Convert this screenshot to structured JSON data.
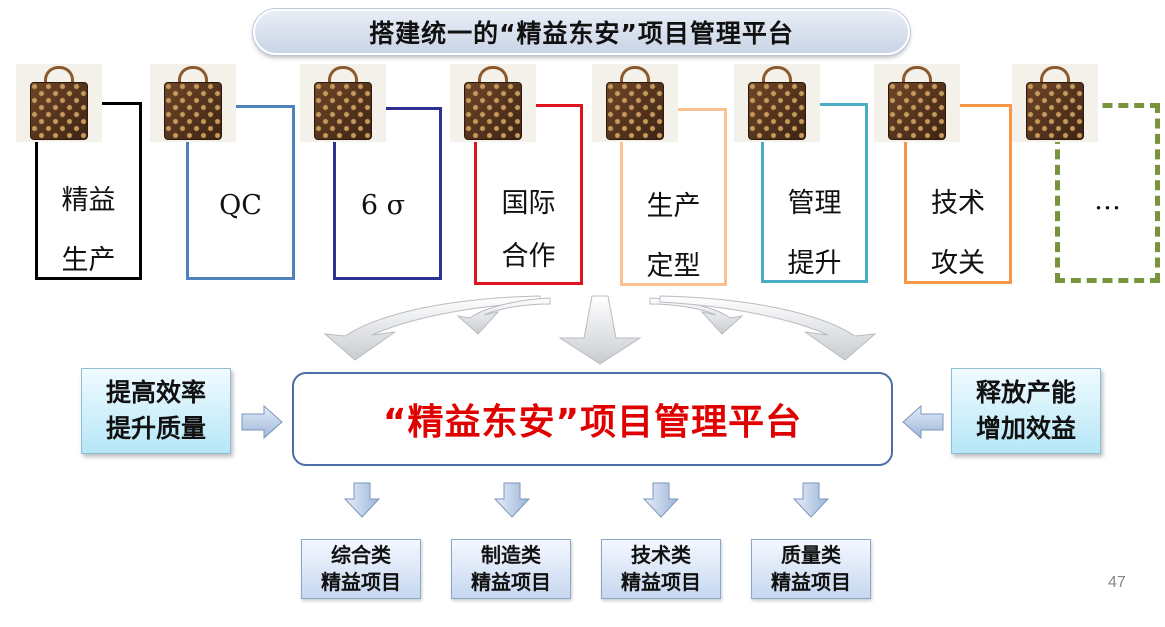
{
  "title": "搭建统一的“精益东安”项目管理平台",
  "methods": [
    {
      "line1": "精益",
      "line2": "生产",
      "color": "#000000"
    },
    {
      "line1": "QC",
      "line2": "",
      "color": "#4f81bd"
    },
    {
      "line1": "6 σ",
      "line2": "",
      "color": "#2e3192"
    },
    {
      "line1": "国际",
      "line2": "合作",
      "color": "#e0141e"
    },
    {
      "line1": "生产",
      "line2": "定型",
      "color": "#fac08f"
    },
    {
      "line1": "管理",
      "line2": "提升",
      "color": "#4bacc6"
    },
    {
      "line1": "技术",
      "line2": "攻关",
      "color": "#f79646"
    },
    {
      "line1": "…",
      "line2": "",
      "color": "#77933c"
    }
  ],
  "left_box": {
    "line1": "提高效率",
    "line2": "提升质量"
  },
  "right_box": {
    "line1": "释放产能",
    "line2": "增加效益"
  },
  "platform_title": "“精益东安”项目管理平台",
  "categories": [
    {
      "line1": "综合类",
      "line2": "精益项目"
    },
    {
      "line1": "制造类",
      "line2": "精益项目"
    },
    {
      "line1": "技术类",
      "line2": "精益项目"
    },
    {
      "line1": "质量类",
      "line2": "精益项目"
    }
  ],
  "page_number": "47"
}
